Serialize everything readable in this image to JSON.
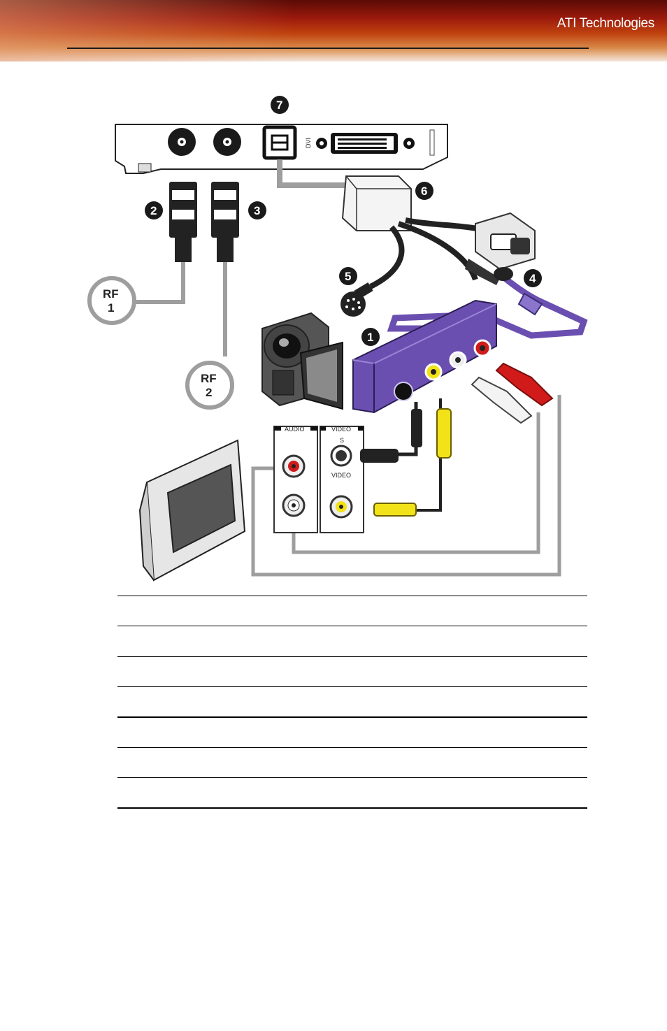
{
  "header": {
    "brand": "ATI Technologies"
  },
  "diagram": {
    "callouts": [
      "1",
      "2",
      "3",
      "4",
      "5",
      "6",
      "7"
    ],
    "rf_labels": [
      {
        "line1": "RF",
        "line2": "1"
      },
      {
        "line1": "RF",
        "line2": "2"
      }
    ],
    "panel": {
      "audio_label": "AUDIO",
      "video_label": "VIDEO",
      "s_label": "S",
      "video_sub_label": "VIDEO"
    },
    "card": {
      "dvi_label": "DVI"
    },
    "colors": {
      "adapter": "#6b4fb0",
      "cable": "#9e9e9e",
      "callout": "#1a1a1a",
      "composite": "#f2e21a",
      "audio_red": "#d11a1a"
    }
  }
}
